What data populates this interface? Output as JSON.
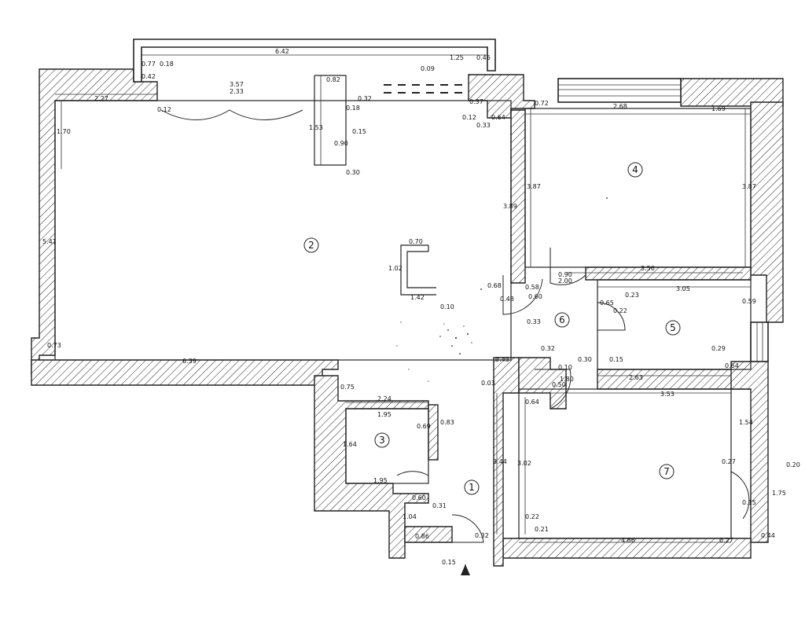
{
  "rooms": [
    {
      "label": "1"
    },
    {
      "label": "2"
    },
    {
      "label": "3"
    },
    {
      "label": "4"
    },
    {
      "label": "5"
    },
    {
      "label": "6"
    },
    {
      "label": "7"
    }
  ],
  "dims": {
    "d642": "6.42",
    "d125": "1.25",
    "d046": "0.46",
    "d077": "0.77",
    "d018": "0.18",
    "d042": "0.42",
    "d009": "0.09",
    "d227": "2.27",
    "d012a": "0.12",
    "d357": "3.57",
    "d233": "2.33",
    "d082": "0.82",
    "d032": "0.32",
    "d018b": "0.18",
    "d015": "0.15",
    "d030": "0.30",
    "d153": "1.53",
    "d090": "0.90",
    "d170": "1.70",
    "d541": "5.41",
    "d073": "0.73",
    "d639": "6.39",
    "d037": "0.37",
    "d012b": "0.12",
    "d033": "0.33",
    "d064": "0.64",
    "d072": "0.72",
    "d268": "2.68",
    "d169": "1.69",
    "d387a": "3.87",
    "d387b": "3.87",
    "d389": "3.89",
    "d070": "0.70",
    "d102": "1.02",
    "d142": "1.42",
    "d010": "0.10",
    "d068": "0.68",
    "d058": "0.58",
    "d060": "0.60",
    "d048": "0.48",
    "d033b": "0.33",
    "d090b": "0.90",
    "d200": "2.00",
    "d356": "3.56",
    "d305": "3.05",
    "d023": "0.23",
    "d022": "0.22",
    "d066": "0.65",
    "d059": "0.59",
    "d029": "0.29",
    "d064b": "0.64",
    "d263": "2.63",
    "d353": "3.53",
    "d043": "0.43",
    "d003": "0.03",
    "d032b": "0.32",
    "d010b": "0.10",
    "d050": "0.50",
    "d180": "1.80",
    "d030b": "0.30",
    "d015b": "0.15",
    "d064c": "0.64",
    "d075": "0.75",
    "d224": "2.24",
    "d195a": "1.95",
    "d069": "0.69",
    "d083": "0.83",
    "d164": "1.64",
    "d195b": "1.95",
    "d060b": "0.60",
    "d031": "0.31",
    "d104": "1.04",
    "d086": "0.86",
    "d015c": "0.15",
    "d032c": "0.32",
    "d344": "3.44",
    "d302": "3.02",
    "d154": "1.54",
    "d027": "0.27",
    "d020": "0.20",
    "d022b": "0.22",
    "d021": "0.21",
    "d486": "4.86",
    "d027b": "0.27",
    "d044": "0.44",
    "d015d": "0.15",
    "d175": "1.75"
  }
}
